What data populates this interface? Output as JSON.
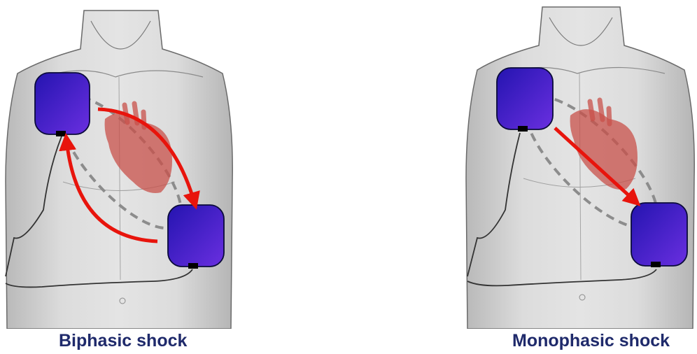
{
  "captions": {
    "left": "Biphasic shock",
    "right": "Monophasic shock"
  },
  "colors": {
    "pad_fill_light": "#6a2fe0",
    "pad_fill_dark": "#1a10a0",
    "pad_border": "#0a0a3a",
    "arrow": "#e8140c",
    "heart": "#c8504a",
    "dashed_outline": "#8c8c8c",
    "skin": "#d8d8d8",
    "caption_text": "#1f2a6b"
  },
  "icons": {
    "pad": "defibrillator-pad-icon",
    "heart": "heart-icon",
    "torso": "torso-illustration"
  }
}
